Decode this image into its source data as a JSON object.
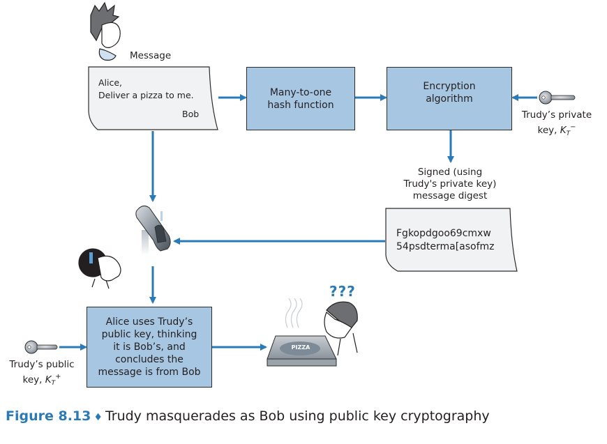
{
  "colors": {
    "arrow": "#2a7ab8",
    "box_fill": "#a7c6e2",
    "doc_fill": "#f1f2f4",
    "accent": "#2a7ab8"
  },
  "message": {
    "label": "Message",
    "line1": "Alice,",
    "line2": "Deliver a pizza to me.",
    "signature": "Bob"
  },
  "hash_box": {
    "line1": "Many-to-one",
    "line2": "hash function"
  },
  "encryption_box": {
    "line1": "Encryption",
    "line2": "algorithm"
  },
  "private_key": {
    "icon": "key-icon",
    "line1": "Trudy’s private",
    "line2_prefix": "key, ",
    "symbol": "K",
    "subscript": "T",
    "superscript": "−"
  },
  "signed_label": {
    "line1": "Signed (using",
    "line2": "Trudy's private key)",
    "line3": "message digest"
  },
  "digest": {
    "line1": "Fgkopdgoo69cmxw",
    "line2": "54psdterma[asofmz"
  },
  "alice_box": {
    "line1": "Alice uses Trudy’s",
    "line2": "public key, thinking",
    "line3": "it is Bob’s, and",
    "line4": "concludes the",
    "line5": "message is from Bob"
  },
  "public_key": {
    "icon": "key-icon",
    "line1": "Trudy’s public",
    "line2_prefix": "key, ",
    "symbol": "K",
    "subscript": "T",
    "superscript": "+"
  },
  "pizza": {
    "label": "PIZZA"
  },
  "bob_confused": {
    "text": "???"
  },
  "caption": {
    "figure_number": "Figure 8.13",
    "separator": "♦",
    "text": "Trudy masquerades as Bob using public key cryptography"
  }
}
